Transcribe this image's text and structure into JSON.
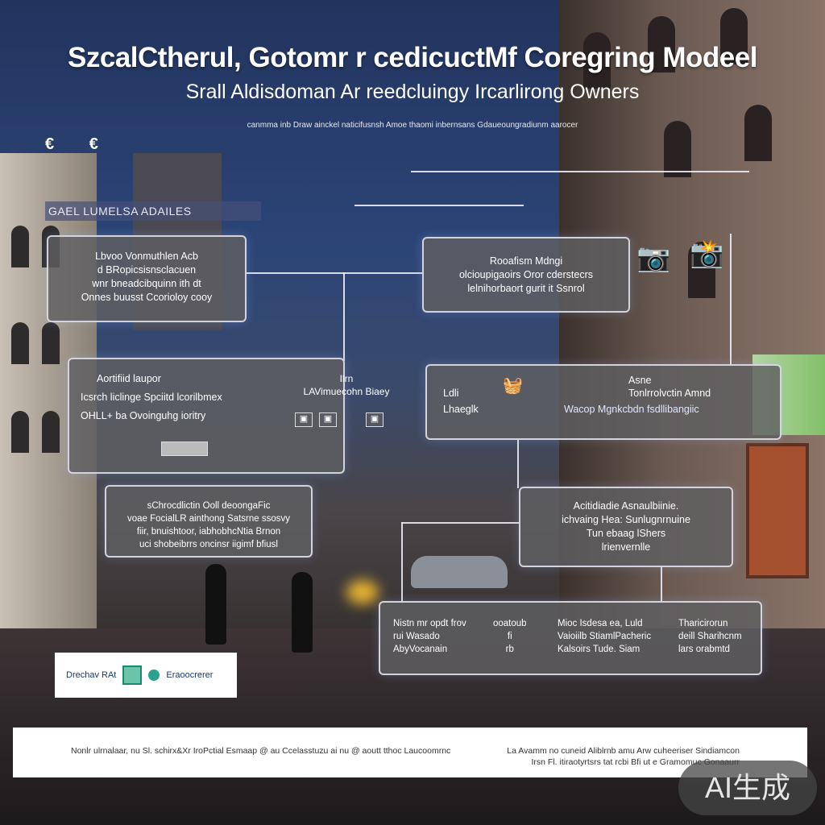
{
  "header": {
    "title": "SzcalCtherul, Gotomr r cedicuctMf Coregring Modeel",
    "subtitle": "Srall Aldisdoman Ar reedcluingy Ircarlirong Owners",
    "tagline": "canmma inb Draw ainckel naticifusnsh Amoe thaomi inbernsans Gdaueoungradiunm aarocer"
  },
  "top_icons": [
    "€",
    "€"
  ],
  "section_header": "GAEL LUMELSA ADAILES",
  "boxes": {
    "top_left": [
      "Lbvoo Vonmuthlen Acb",
      "d BRopicsisnsclacuen",
      "wnr bneadcibquinn ith dt",
      "Onnes buusst Ccorioloy cooy"
    ],
    "top_right": [
      "Rooafism Mdngi",
      "olcioupigaoirs Oror cderstecrs",
      "lelnihorbaort gurit it Ssnrol"
    ],
    "mid_left": [
      "Aortifiid laupor",
      "Icsrch liclinge Spciitd lcorilbmex",
      "OHLL+ ba Ovoinguhg ioritry"
    ],
    "mid_left_caption": [
      "Ilrn",
      "LAVimuecohn Biaey"
    ],
    "mid_right": [
      "Asne",
      "Tonlrrolvctin Amnd",
      "Ldli",
      "Lhaeglk",
      "Wacop Mgnkcbdn fsdllibangiic"
    ],
    "lower_left": [
      "sChrocdlictin Ooll deoongaFic",
      "voae FocialLR ainthong Satsrne ssosvy",
      "fiir, bnuishtoor, iabhobhcNtia Brnon",
      "uci shobeibrrs oncinsr iigimf bfiusl"
    ],
    "lower_right": [
      "Acitidiadie Asnaulbiinie.",
      "ichvaing Hea: Sunlugnrnuine",
      "Tun ebaag lShers",
      "lrienvernlle"
    ],
    "bottom_row": {
      "col1": [
        "Nistn mr opdt frov",
        "rui Wasado",
        "AbyVocanain"
      ],
      "col2": [
        "ooatoub",
        "fi",
        "rb"
      ],
      "col3": [
        "Mioc Isdesa ea, Luld",
        "Vaioiilb StiamlPacheric",
        "Kalsoirs Tude. Siam"
      ],
      "col4": [
        "Tharicirorun",
        "deill Sharihcnm",
        "lars orabmtd"
      ]
    }
  },
  "badge": {
    "left": "Drechav RAt",
    "right": "Eraoocrerer"
  },
  "footer": {
    "left": "Nonlr ulrnalaar, nu Sl. schirx&Xr IroPctial Esmaap @ au Ccelasstuzu ai nu @ aoutt tthoc Laucoomrnc",
    "right_line1": "La Avamm no cuneid Aliblrnb amu Arw cuheeriser Sindiamcon",
    "right_line2": "Irsn Fl. itiraotyrtsrs tat rcbi Bfi ut e Gramomuc Gonaaurr"
  },
  "watermark": "AI生成"
}
